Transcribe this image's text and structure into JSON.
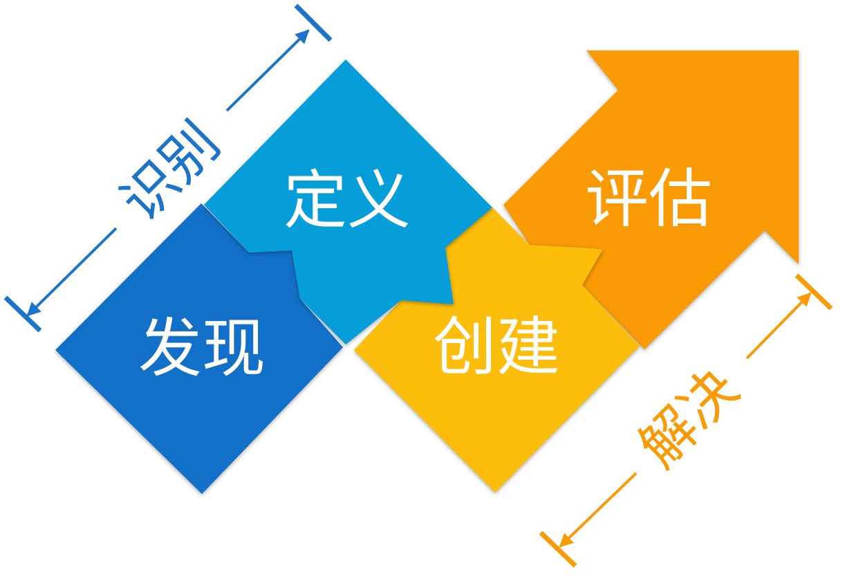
{
  "colors": {
    "discover": "#1270C9",
    "define": "#069ED8",
    "create": "#FCBE0A",
    "evaluate": "#FA9A05",
    "identify_bracket": "#1B74CA",
    "solve_bracket": "#F99A07"
  },
  "stages": {
    "discover": "发现",
    "define": "定义",
    "create": "创建",
    "evaluate": "评估"
  },
  "brackets": {
    "identify": "识别",
    "solve": "解决"
  }
}
